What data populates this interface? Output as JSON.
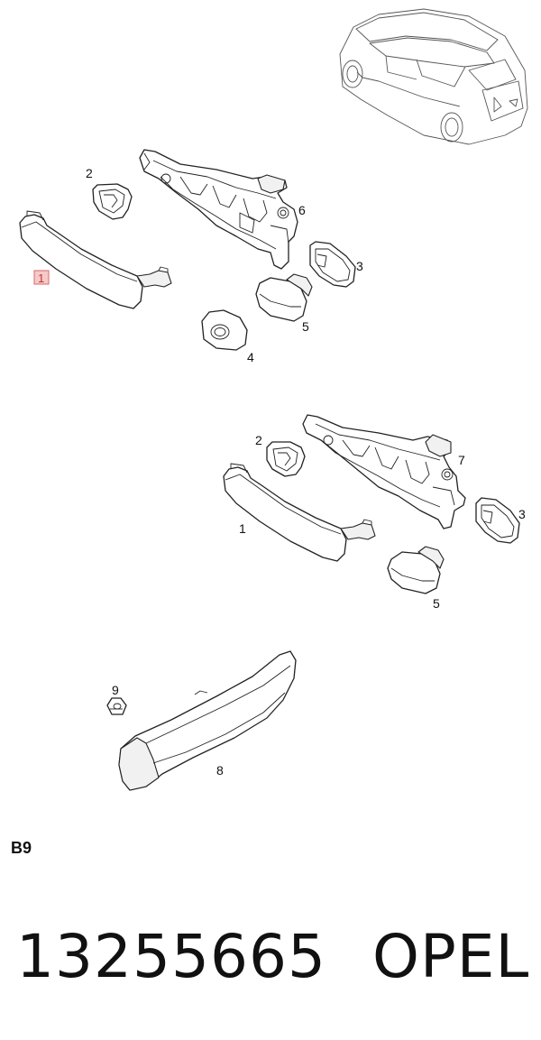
{
  "diagram": {
    "callouts_group1": {
      "c2": "2",
      "c6": "6",
      "c1": "1",
      "c3": "3",
      "c5": "5",
      "c4": "4"
    },
    "callouts_group2": {
      "c2": "2",
      "c7": "7",
      "c1": "1",
      "c3": "3",
      "c5": "5"
    },
    "callouts_group3": {
      "c9": "9",
      "c8": "8"
    }
  },
  "section_label": "B9",
  "footer": {
    "part_number": "13255665",
    "brand": "OPEL"
  },
  "colors": {
    "highlight_fill": "#f6c9c9",
    "highlight_stroke": "#d46a6a",
    "highlight_text": "#c0392b",
    "line_art": "#222222"
  }
}
